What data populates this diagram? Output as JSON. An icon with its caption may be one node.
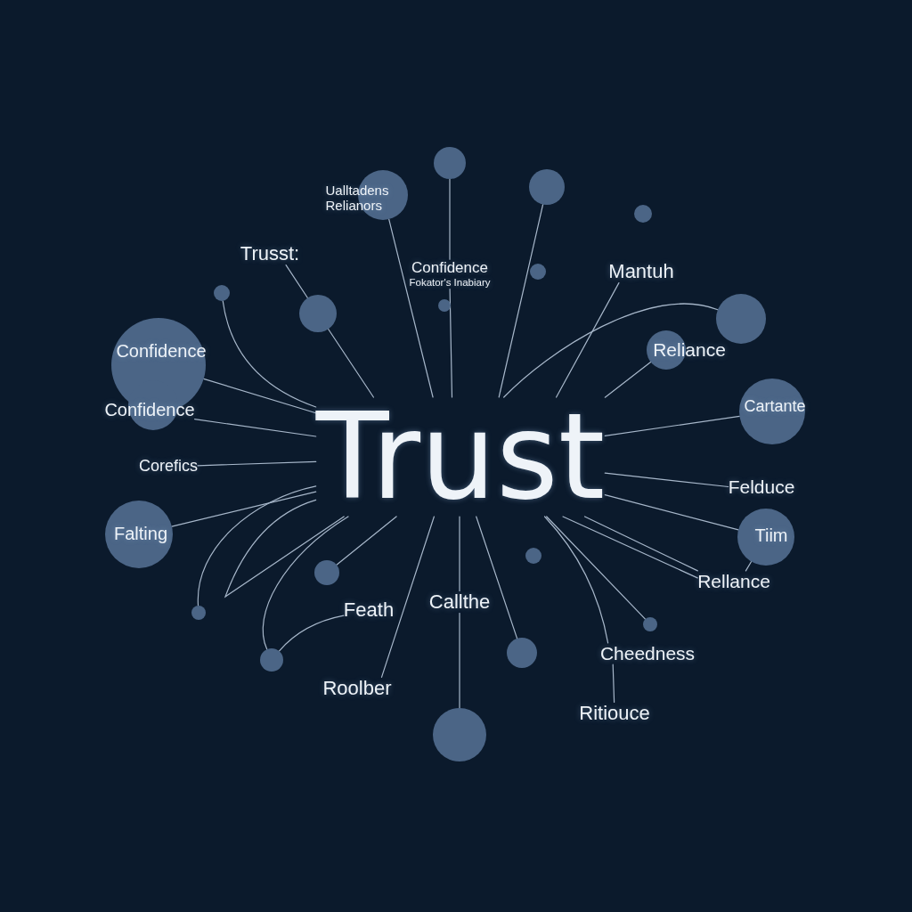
{
  "diagram": {
    "nodes": [
      {
        "text": [
          "Trust"
        ]
      },
      {
        "text": [
          "Ualltadens Relianors"
        ]
      },
      {
        "text": [],
        "shape": "circle"
      },
      {
        "text": [],
        "shape": "circle"
      },
      {
        "text": [],
        "shape": "circle"
      },
      {
        "text": [
          "Trusst:"
        ]
      },
      {
        "text": [
          "Confidence",
          "Fokator's Inabiary"
        ]
      },
      {
        "text": [],
        "shape": "circle"
      },
      {
        "text": [
          "Mantuh"
        ]
      },
      {
        "text": [],
        "shape": "circle"
      },
      {
        "text": [],
        "shape": "circle"
      },
      {
        "text": [],
        "shape": "circle"
      },
      {
        "text": [],
        "shape": "circle"
      },
      {
        "text": [
          "Confidence"
        ]
      },
      {
        "text": [
          "Reliance"
        ]
      },
      {
        "text": [
          "Confidence"
        ]
      },
      {
        "text": [
          "Cartante"
        ]
      },
      {
        "text": [
          "Corefics"
        ]
      },
      {
        "text": [
          "Felduce"
        ]
      },
      {
        "text": [
          "Falting"
        ]
      },
      {
        "text": [
          "Tiim"
        ]
      },
      {
        "text": [],
        "shape": "circle"
      },
      {
        "text": [],
        "shape": "circle"
      },
      {
        "text": [
          "Rellance"
        ]
      },
      {
        "text": [
          "Callthe"
        ]
      },
      {
        "text": [
          "Feath"
        ]
      },
      {
        "text": [],
        "shape": "circle"
      },
      {
        "text": [],
        "shape": "circle"
      },
      {
        "text": [],
        "shape": "circle"
      },
      {
        "text": [
          "Cheedness"
        ]
      },
      {
        "text": [],
        "shape": "circle"
      },
      {
        "text": [
          "Roolber"
        ]
      },
      {
        "text": [
          "Ritiouce"
        ]
      },
      {
        "text": [],
        "shape": "circle"
      }
    ],
    "edges": [
      {
        "from": 2,
        "to": 6,
        "arrow": "none"
      },
      {
        "from": 6,
        "to": 0,
        "arrow": "none"
      },
      {
        "from": 1,
        "to": 0,
        "arrow": "none"
      },
      {
        "from": 3,
        "to": 0,
        "arrow": "none"
      },
      {
        "from": 5,
        "to": 10,
        "arrow": "none"
      },
      {
        "from": 10,
        "to": 0,
        "arrow": "none"
      },
      {
        "from": 9,
        "to": 0,
        "arrow": "none"
      },
      {
        "from": 13,
        "to": 0,
        "arrow": "none"
      },
      {
        "from": 15,
        "to": 0,
        "arrow": "none"
      },
      {
        "from": 17,
        "to": 0,
        "arrow": "none"
      },
      {
        "from": 19,
        "to": 0,
        "arrow": "none"
      },
      {
        "from": 26,
        "to": 0,
        "arrow": "none"
      },
      {
        "from": 0,
        "to": 0,
        "arrow": "none"
      },
      {
        "from": 30,
        "to": 0,
        "arrow": "none"
      },
      {
        "from": 25,
        "to": 30,
        "arrow": "none"
      },
      {
        "from": 22,
        "to": 0,
        "arrow": "none"
      },
      {
        "from": 31,
        "to": 0,
        "arrow": "none"
      },
      {
        "from": 0,
        "to": 24,
        "arrow": "none"
      },
      {
        "from": 24,
        "to": 33,
        "arrow": "none"
      },
      {
        "from": 0,
        "to": 28,
        "arrow": "none"
      },
      {
        "from": 0,
        "to": 29,
        "arrow": "none"
      },
      {
        "from": 29,
        "to": 32,
        "arrow": "none"
      },
      {
        "from": 0,
        "to": 27,
        "arrow": "none"
      },
      {
        "from": 0,
        "to": 23,
        "arrow": "none"
      },
      {
        "from": 0,
        "to": 23,
        "arrow": "none"
      },
      {
        "from": 0,
        "to": 20,
        "arrow": "none"
      },
      {
        "from": 20,
        "to": 23,
        "arrow": "none"
      },
      {
        "from": 0,
        "to": 18,
        "arrow": "none"
      },
      {
        "from": 0,
        "to": 16,
        "arrow": "none"
      },
      {
        "from": 0,
        "to": 14,
        "arrow": "none"
      },
      {
        "from": 0,
        "to": 12,
        "arrow": "none"
      },
      {
        "from": 8,
        "to": 0,
        "arrow": "none"
      }
    ]
  }
}
